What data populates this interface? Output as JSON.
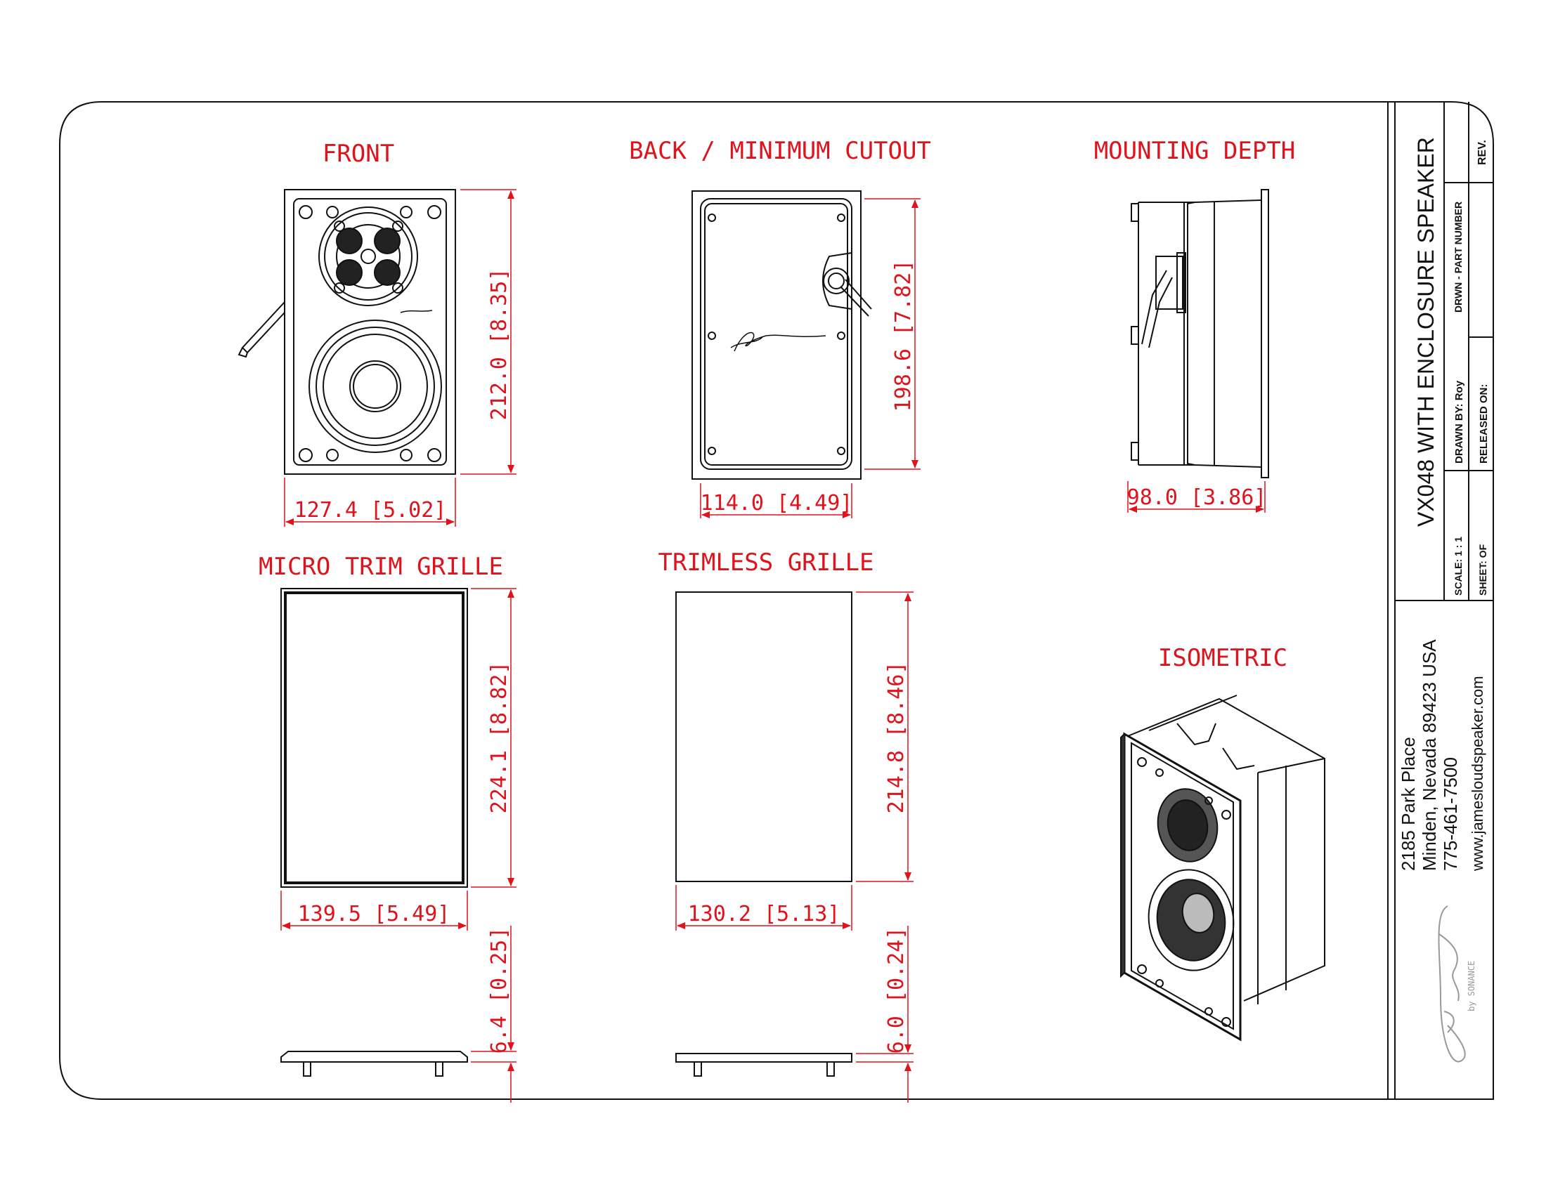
{
  "views": {
    "front": "FRONT",
    "back": "BACK / MINIMUM CUTOUT",
    "mounting": "MOUNTING DEPTH",
    "micro_trim": "MICRO TRIM GRILLE",
    "trimless": "TRIMLESS GRILLE",
    "isometric": "ISOMETRIC"
  },
  "dimensions": {
    "front_width": "127.4 [5.02]",
    "front_height": "212.0 [8.35]",
    "back_width": "114.0 [4.49]",
    "back_height": "198.6 [7.82]",
    "depth": "98.0 [3.86]",
    "micro_width": "139.5 [5.49]",
    "micro_height": "224.1 [8.82]",
    "micro_thickness": "6.4 [0.25]",
    "trimless_width": "130.2 [5.13]",
    "trimless_height": "214.8 [8.46]",
    "trimless_thickness": "6.0 [0.24]"
  },
  "title_block": {
    "title": "VX048 WITH ENCLOSURE SPEAKER",
    "rev": "REV.",
    "part_number": "DRWN - PART NUMBER",
    "drawn_by": "DRAWN BY: Roy",
    "released_on": "RELEASED ON:",
    "scale": "SCALE: 1 : 1",
    "sheet": "SHEET: OF",
    "address1": "2185 Park Place",
    "address2": "Minden, Nevada 89423 USA",
    "phone": "775-461-7500",
    "web": "www.jamesloudspeaker.com",
    "brand": "by SONANCE"
  },
  "colors": {
    "dimension": "#e0121b",
    "line": "#111111"
  }
}
